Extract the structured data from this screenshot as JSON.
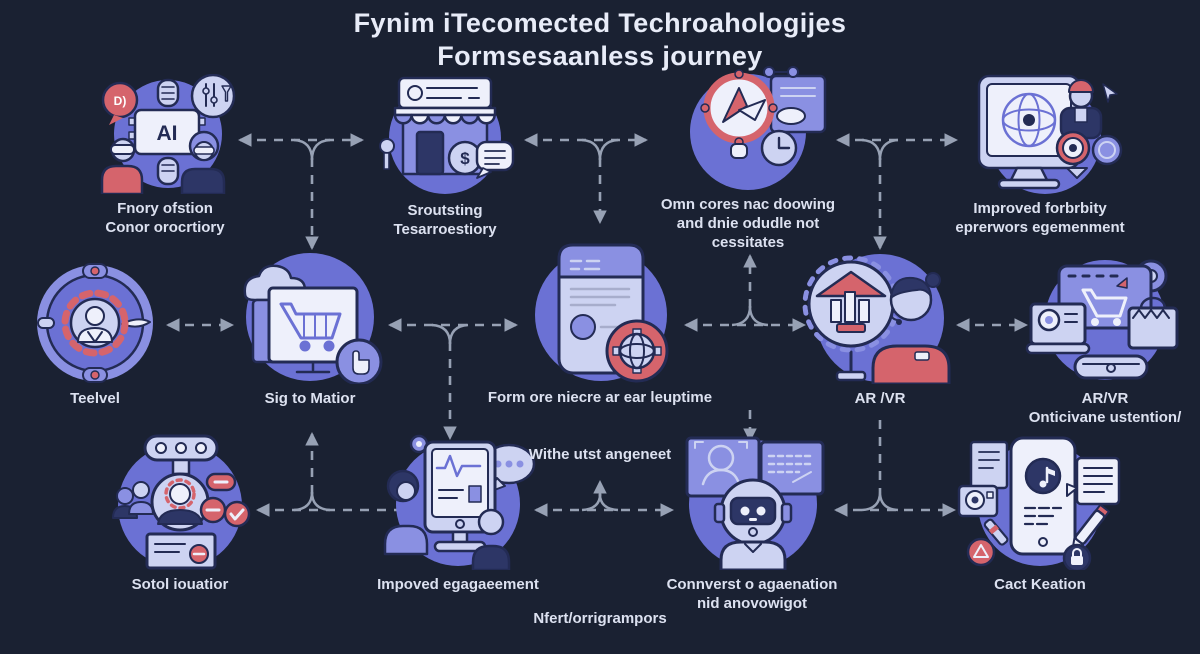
{
  "title": {
    "line1": "Fynim iTecomected Techroahologijes",
    "line2": "Formsesaanless journey"
  },
  "colors": {
    "bg": "#1a2132",
    "ink": "#232b54",
    "circle": "#6b71d4",
    "circle2": "#8a90e2",
    "pale": "#cdd3f2",
    "paper": "#eef0fb",
    "red": "#d5646c",
    "navy": "#2d3666",
    "arrow": "#97a1b4",
    "text": "#dce1f0",
    "title": "#e8ecf8"
  },
  "nodes": [
    {
      "name": "ai-assistant",
      "label1": "Fnory ofstion",
      "label2": "Conor orocrtiory",
      "icon_text": "AI",
      "bubble_text": "D)"
    },
    {
      "name": "storefront",
      "label1": "Sroutsting",
      "label2": "Tesarroestiory",
      "icon_text": "$"
    },
    {
      "name": "targeting-compass",
      "label1": "Omn cores nac doowing",
      "label2": "and dnie odudle not",
      "label3": "cessitates"
    },
    {
      "name": "global-display",
      "label1": "Improved forbrbity",
      "label2": "eprerwors egemenment"
    },
    {
      "name": "automation-badge",
      "label1": "Teelvel"
    },
    {
      "name": "online-shopping",
      "label1": "Sig to Matior"
    },
    {
      "name": "mobile-app",
      "label1": "Form ore niecre ar ear leuptime"
    },
    {
      "name": "ar-vr-agent",
      "label1": "AR /VR"
    },
    {
      "name": "ar-vr-commerce",
      "label1": "AR/VR",
      "label2": "Onticivane ustention/"
    },
    {
      "name": "social-automation",
      "label1": "Sotol iouatior"
    },
    {
      "name": "engagement-screen",
      "label1": "Impoved egagaeement"
    },
    {
      "name": "chatbot",
      "label1": "Connverst o agaenation",
      "label2": "nid anovowigot"
    },
    {
      "name": "content-creation",
      "label1": "Cact Keation"
    }
  ],
  "annotations": {
    "center_note": "Withe utst angeneet",
    "footer_note": "Nfert/orrigrampors"
  }
}
